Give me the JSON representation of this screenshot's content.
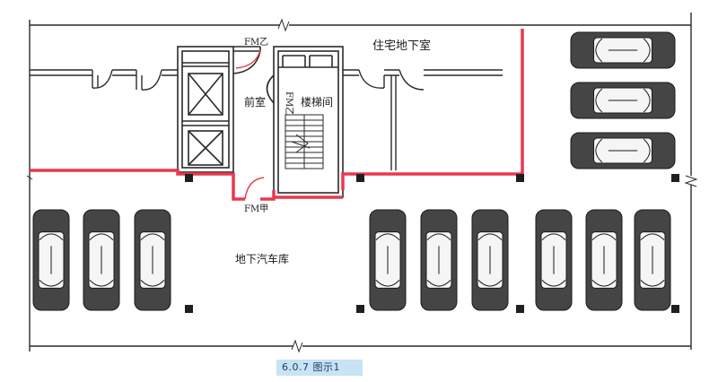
{
  "labels": {
    "residential_basement": "住宅地下室",
    "front_room": "前室",
    "stairwell": "楼梯间",
    "underground_garage": "地下汽车库",
    "door_fm_b_top": "FM乙",
    "door_fm_b_side": "FM乙",
    "door_fm_a": "FM甲"
  },
  "caption": "6.0.7 图示1",
  "colors": {
    "fire_wall": "#e8384f",
    "wall": "#2a2a2a",
    "car_body": "#454545",
    "caption_bg": "#c8e3f3"
  }
}
